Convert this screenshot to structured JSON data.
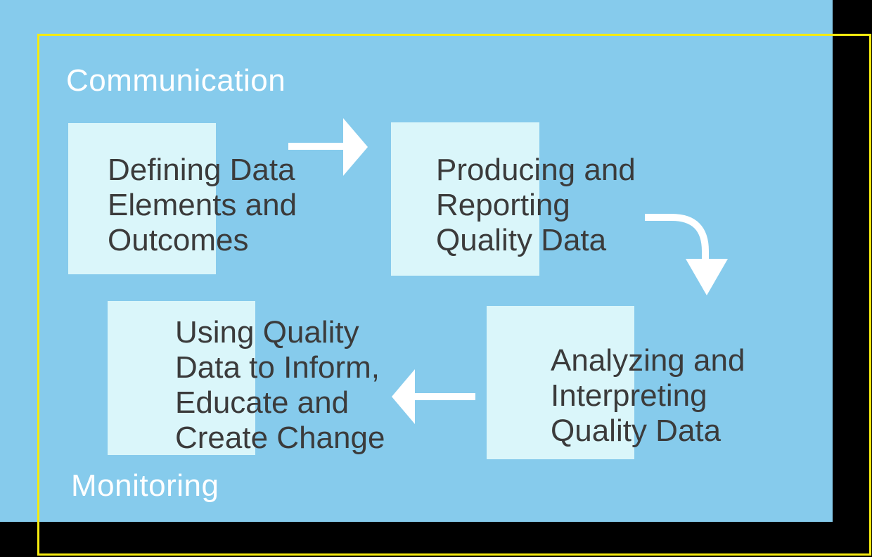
{
  "diagram": {
    "type": "cycle-flow",
    "section_labels": {
      "top": "Communication",
      "bottom": "Monitoring"
    },
    "steps": [
      {
        "order": 1,
        "label": "Defining Data\nElements and\nOutcomes"
      },
      {
        "order": 2,
        "label": "Producing and\nReporting\nQuality Data"
      },
      {
        "order": 3,
        "label": "Analyzing and\nInterpreting\nQuality Data"
      },
      {
        "order": 4,
        "label": "Using Quality\nData to Inform,\nEducate and\nCreate Change"
      }
    ],
    "flow_arrows": [
      {
        "from": 1,
        "to": 2,
        "icon": "arrow-right-icon"
      },
      {
        "from": 2,
        "to": 3,
        "icon": "arrow-curved-down-icon"
      },
      {
        "from": 3,
        "to": 4,
        "icon": "arrow-left-icon"
      }
    ],
    "colors": {
      "background_panel": "#86CBEC",
      "step_box": "#DAF6FA",
      "frame_border": "#F5EB10",
      "step_text": "#3B3B3B",
      "label_text": "#FFFFFF",
      "arrow": "#FFFFFF",
      "outer_background": "#000000"
    }
  }
}
